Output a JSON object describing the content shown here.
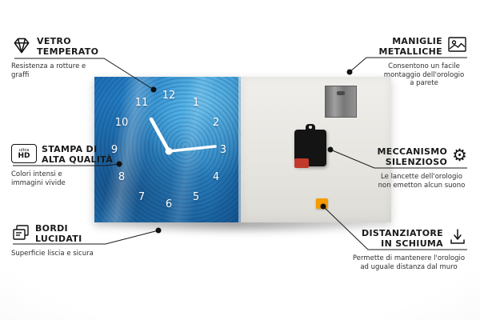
{
  "callouts": {
    "vetro": {
      "icon": "diamond-icon",
      "title1": "VETRO",
      "title2": "TEMPERATO",
      "subtitle": "Resistenza a rotture e graffi"
    },
    "stampa": {
      "icon": "ultra-hd-icon",
      "icon_text_top": "ultra",
      "icon_text_bottom": "HD",
      "title1": "STAMPA DI",
      "title2": "ALTA QUALITÀ",
      "subtitle": "Colori intensi e immagini vivide"
    },
    "bordi": {
      "icon": "layers-icon",
      "title1": "BORDI",
      "title2": "LUCIDATI",
      "subtitle": "Superficie liscia e sicura"
    },
    "maniglie": {
      "icon": "picture-icon",
      "title1": "MANIGLIE",
      "title2": "METALLICHE",
      "subtitle": "Consentono un facile montaggio dell'orologio a parete"
    },
    "meccanismo": {
      "icon": "gear-icon",
      "glyph": "⚙",
      "title1": "MECCANISMO",
      "title2": "SILENZIOSO",
      "subtitle": "Le lancette dell'orologio non emetton alcun suono"
    },
    "distanziatore": {
      "icon": "spacer-icon",
      "title1": "DISTANZIATORE",
      "title2": "IN SCHIUMA",
      "subtitle": "Permette di mantenere l'orologio ad uguale distanza dal muro"
    }
  },
  "clock": {
    "numbers": [
      "1",
      "2",
      "3",
      "4",
      "5",
      "6",
      "7",
      "8",
      "9",
      "10",
      "11",
      "12"
    ]
  },
  "colors": {
    "artwork_blue": "#2f94d6",
    "foam_orange": "#f59a00",
    "line_black": "#1a1a1a"
  }
}
